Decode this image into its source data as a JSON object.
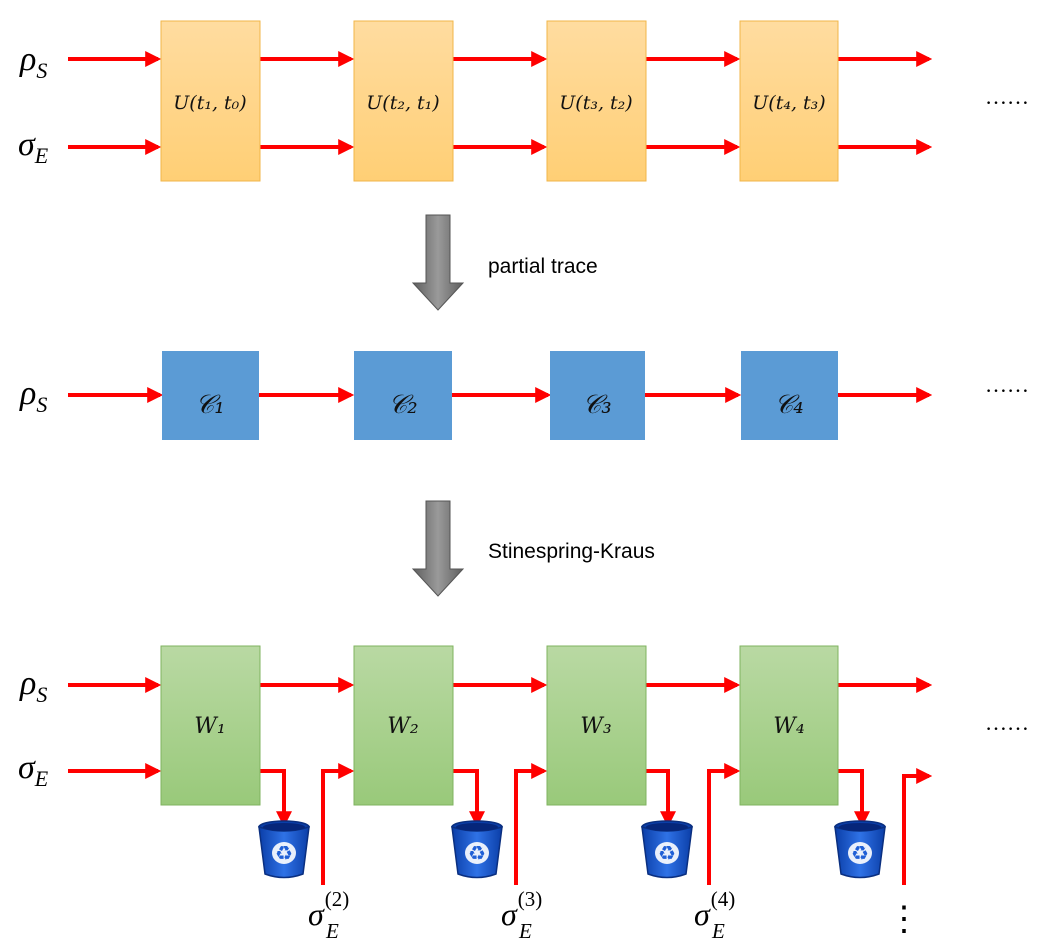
{
  "colors": {
    "wire": "#ff0000",
    "unitary_box_fill": "#ffd87e",
    "unitary_box_border": "#f2b84b",
    "channel_box_fill": "#5b9bd5",
    "stinespring_box_fill": "#a8d08d",
    "stinespring_box_border": "#7fb35f",
    "step_arrow": "#808080",
    "bin_blue": "#1f5fd6"
  },
  "row_unitary": {
    "input_system": "ρ",
    "input_system_sub": "S",
    "input_env": "σ",
    "input_env_sub": "E",
    "boxes": [
      "U(t₁, t₀)",
      "U(t₂, t₁)",
      "U(t₃, t₂)",
      "U(t₄, t₃)"
    ],
    "ellipsis": "……"
  },
  "step_1": {
    "label": "partial trace",
    "icon": "down-arrow-icon"
  },
  "row_channel": {
    "input_system": "ρ",
    "input_system_sub": "S",
    "boxes": [
      "𝒞₁",
      "𝒞₂",
      "𝒞₃",
      "𝒞₄"
    ],
    "ellipsis": "……"
  },
  "step_2": {
    "label": "Stinespring-Kraus",
    "icon": "down-arrow-icon"
  },
  "row_stinespring": {
    "input_system": "ρ",
    "input_system_sub": "S",
    "input_env": "σ",
    "input_env_sub": "E",
    "boxes": [
      "W₁",
      "W₂",
      "W₃",
      "W₄"
    ],
    "fresh_env_base": "σ",
    "fresh_env_sub": "E",
    "fresh_env_sup": [
      "(2)",
      "(3)",
      "(4)"
    ],
    "discard_icon": "recycle-bin-icon",
    "ellipsis": "……",
    "vertical_ellipsis": "⋮"
  }
}
